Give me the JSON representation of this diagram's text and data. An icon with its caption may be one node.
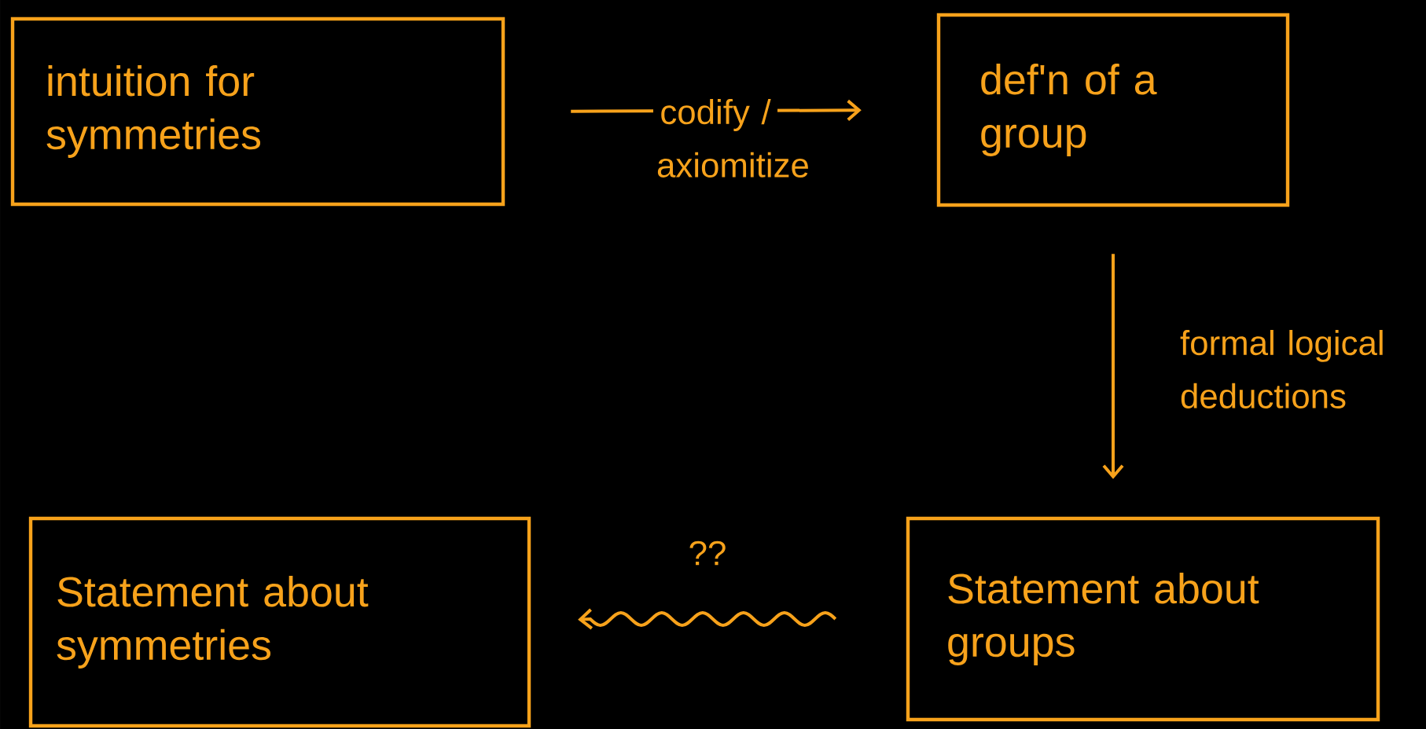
{
  "diagram": {
    "nodes": [
      {
        "text": [
          "intuition for symmetries"
        ]
      },
      {
        "text": [
          "def'n of a group"
        ]
      },
      {
        "text": [
          "Statement about groups"
        ]
      },
      {
        "text": [
          "Statement about symmetries"
        ]
      }
    ],
    "edges": [
      {
        "from": 0,
        "to": 1,
        "arrow": "to",
        "label": "codify / axiomitize"
      },
      {
        "from": 1,
        "to": 2,
        "arrow": "to",
        "label": "formal logical deductions"
      },
      {
        "from": 2,
        "to": 3,
        "arrow": "to",
        "label": "??"
      }
    ]
  }
}
